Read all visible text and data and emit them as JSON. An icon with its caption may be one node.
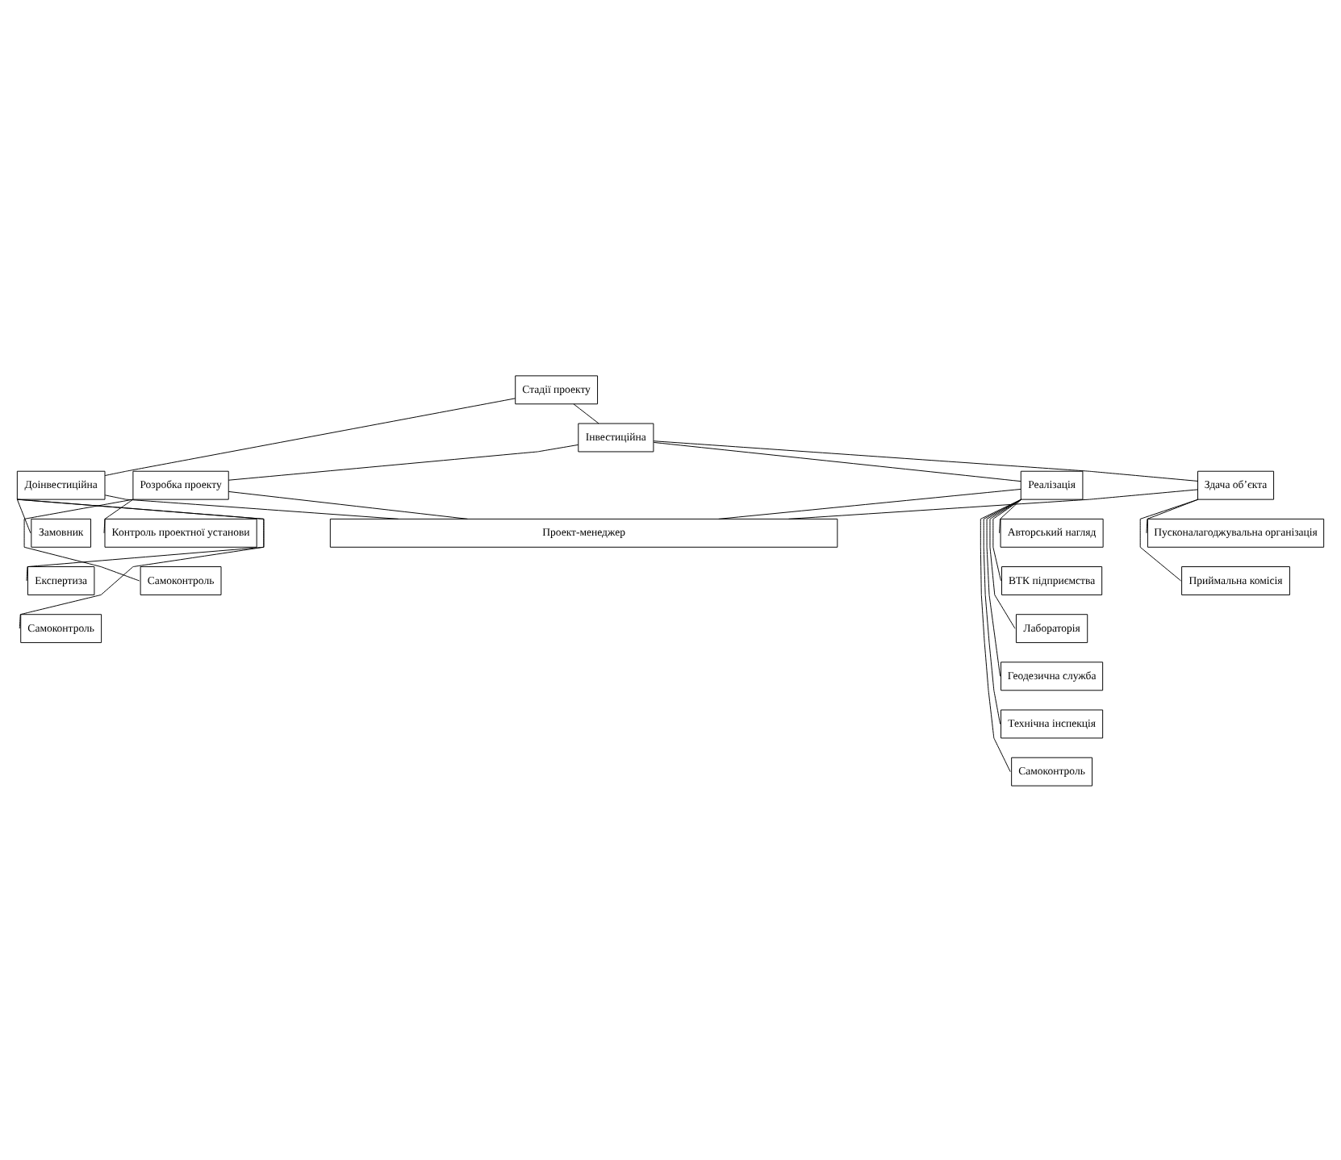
{
  "diagram": {
    "nodes": [
      {
        "text": [
          "Стадії проекту"
        ]
      },
      {
        "text": [
          "Інвестиційна"
        ]
      },
      {
        "text": [
          "Доінвестиційна"
        ]
      },
      {
        "text": [
          "Розробка проекту"
        ]
      },
      {
        "text": [
          "Реалізація"
        ]
      },
      {
        "text": [
          "Здача об’єкта"
        ]
      },
      {
        "text": [
          "Замовник"
        ]
      },
      {
        "text": [
          "Експертиза"
        ]
      },
      {
        "text": [
          "Самоконтроль"
        ]
      },
      {
        "text": [
          "Контроль проектної установи"
        ]
      },
      {
        "text": [
          "Самоконтроль"
        ]
      },
      {
        "text": [
          "Авторський нагляд"
        ]
      },
      {
        "text": [
          "ВТК підприємства"
        ]
      },
      {
        "text": [
          "Лабораторія"
        ]
      },
      {
        "text": [
          "Геодезична служба"
        ]
      },
      {
        "text": [
          "Технічна інспекція"
        ]
      },
      {
        "text": [
          "Самоконтроль"
        ]
      },
      {
        "text": [
          "Пусконалагоджувальна організація"
        ]
      },
      {
        "text": [
          "Приймальна комісія"
        ]
      },
      {
        "text": [
          "Проект-менеджер"
        ]
      }
    ],
    "edges": [
      {
        "from": 0,
        "to": 2,
        "arrow": "none"
      },
      {
        "from": 0,
        "to": 1,
        "arrow": "none"
      },
      {
        "from": 1,
        "to": 3,
        "arrow": "none"
      },
      {
        "from": 1,
        "to": 4,
        "arrow": "none"
      },
      {
        "from": 1,
        "to": 5,
        "arrow": "none"
      },
      {
        "from": 2,
        "to": 6,
        "arrow": "none"
      },
      {
        "from": 2,
        "to": 7,
        "arrow": "none"
      },
      {
        "from": 2,
        "to": 8,
        "arrow": "none"
      },
      {
        "from": 3,
        "to": 9,
        "arrow": "none"
      },
      {
        "from": 3,
        "to": 10,
        "arrow": "none"
      },
      {
        "from": 4,
        "to": 11,
        "arrow": "none"
      },
      {
        "from": 4,
        "to": 12,
        "arrow": "none"
      },
      {
        "from": 4,
        "to": 13,
        "arrow": "none"
      },
      {
        "from": 4,
        "to": 14,
        "arrow": "none"
      },
      {
        "from": 4,
        "to": 15,
        "arrow": "none"
      },
      {
        "from": 4,
        "to": 16,
        "arrow": "none"
      },
      {
        "from": 5,
        "to": 17,
        "arrow": "none"
      },
      {
        "from": 5,
        "to": 18,
        "arrow": "none"
      },
      {
        "from": 2,
        "to": 19,
        "arrow": "none"
      },
      {
        "from": 3,
        "to": 19,
        "arrow": "none"
      },
      {
        "from": 4,
        "to": 19,
        "arrow": "none"
      },
      {
        "from": 5,
        "to": 19,
        "arrow": "none"
      }
    ]
  }
}
